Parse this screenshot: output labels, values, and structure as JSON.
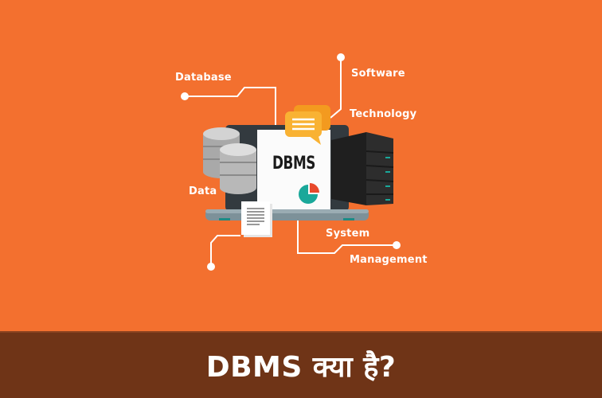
{
  "illustration": {
    "labels": {
      "database": "Database",
      "software": "Software",
      "technology": "Technology",
      "data": "Data",
      "system": "System",
      "management": "Management"
    },
    "screen_text": "DBMS",
    "icons": [
      "database-cylinders-icon",
      "laptop-icon",
      "chat-bubbles-icon",
      "server-rack-icon",
      "document-icon",
      "pie-chart-icon"
    ]
  },
  "colors": {
    "background": "#f3702f",
    "band": "#6f3417",
    "bubble": "#f9b233",
    "pie_teal": "#1aa89a",
    "pie_red": "#e8492c"
  },
  "footer": {
    "title": "DBMS क्या है?"
  }
}
